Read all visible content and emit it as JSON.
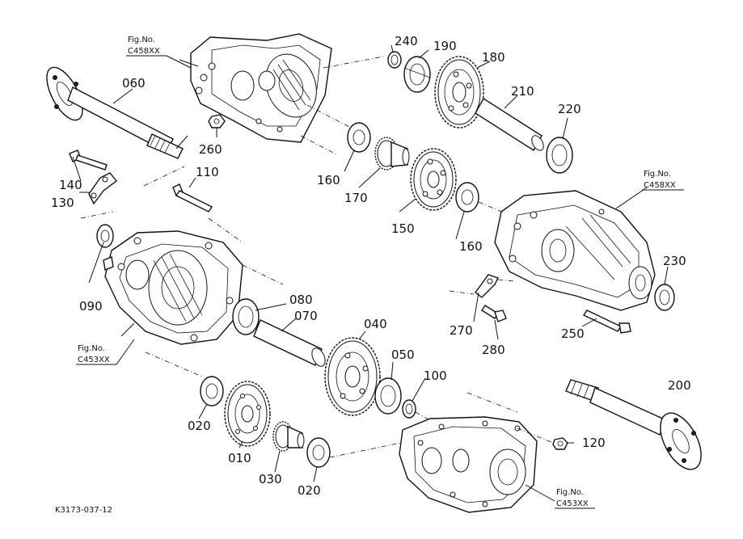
{
  "parts": {
    "p010": "010",
    "p020a": "020",
    "p020b": "020",
    "p030": "030",
    "p040": "040",
    "p050": "050",
    "p060": "060",
    "p070": "070",
    "p080": "080",
    "p090": "090",
    "p100": "100",
    "p110": "110",
    "p120": "120",
    "p130": "130",
    "p140": "140",
    "p150": "150",
    "p160a": "160",
    "p160b": "160",
    "p170": "170",
    "p180": "180",
    "p190": "190",
    "p200": "200",
    "p210": "210",
    "p220": "220",
    "p230": "230",
    "p240": "240",
    "p250": "250",
    "p260": "260",
    "p270": "270",
    "p280": "280"
  },
  "fig_refs": {
    "fig_label": "Fig.No.",
    "top_case": "C458XX",
    "right_case": "C458XX",
    "left_case": "C453XX",
    "bottom_case": "C453XX"
  },
  "drawing_code": "K3173-037-12"
}
